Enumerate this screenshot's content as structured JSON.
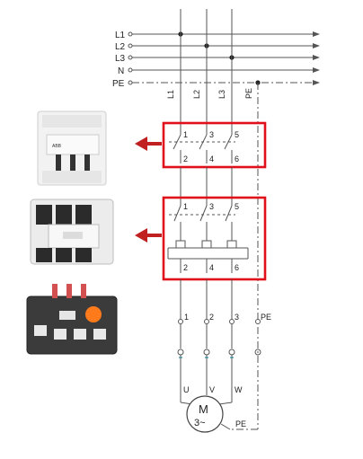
{
  "bus": {
    "labels": [
      "L1",
      "L2",
      "L3",
      "N",
      "PE"
    ],
    "drops": [
      "L1",
      "L2",
      "L3",
      "PE"
    ]
  },
  "breaker": {
    "top_terms": [
      "1",
      "3",
      "5"
    ],
    "bottom_terms": [
      "2",
      "4",
      "6"
    ]
  },
  "contactor": {
    "top_terms": [
      "1",
      "3",
      "5"
    ],
    "bottom_terms": [
      "2",
      "4",
      "6"
    ]
  },
  "terminals": {
    "labels": [
      "1",
      "2",
      "3",
      "PE"
    ]
  },
  "motor": {
    "terms": [
      "U",
      "V",
      "W"
    ],
    "symbol": "M",
    "phase": "3~",
    "pe": "PE"
  },
  "colors": {
    "line": "#555555",
    "highlight": "#e0101a",
    "arrow": "#c0201f",
    "label": "#222222"
  },
  "photos": [
    "circuit-breaker-photo",
    "contactor-photo",
    "thermal-overload-relay-photo"
  ]
}
